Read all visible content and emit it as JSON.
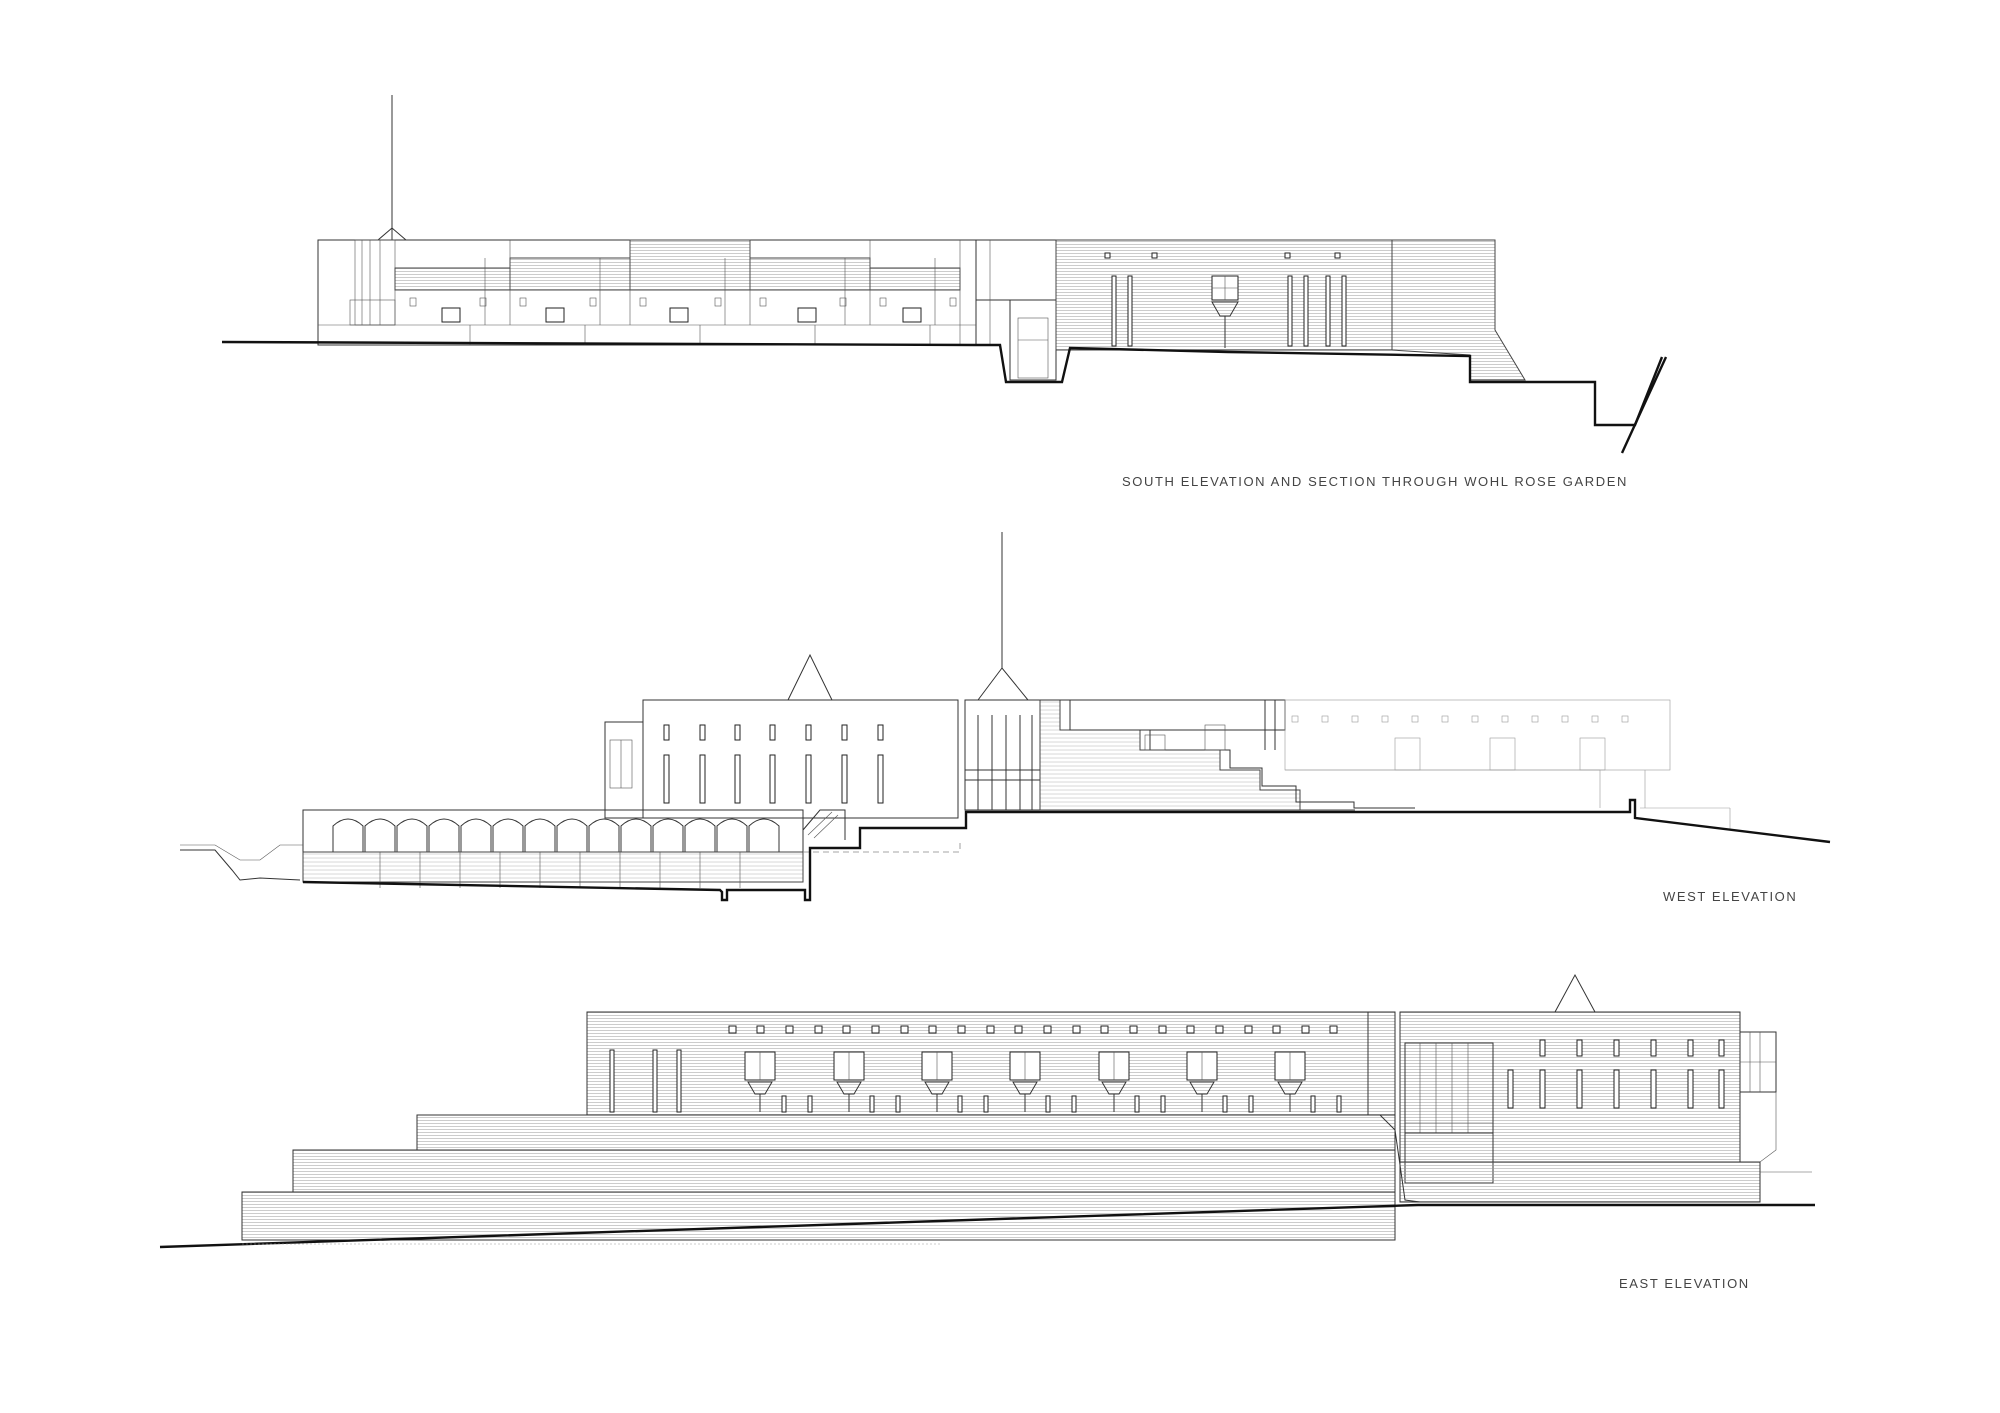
{
  "drawing_sheet": {
    "captions": {
      "south": "SOUTH ELEVATION AND SECTION THROUGH WOHL ROSE GARDEN",
      "west": "WEST ELEVATION",
      "east": "EAST ELEVATION"
    },
    "colors": {
      "line": "#333333",
      "ground": "#111111",
      "background": "#ffffff",
      "caption": "#444444"
    }
  }
}
